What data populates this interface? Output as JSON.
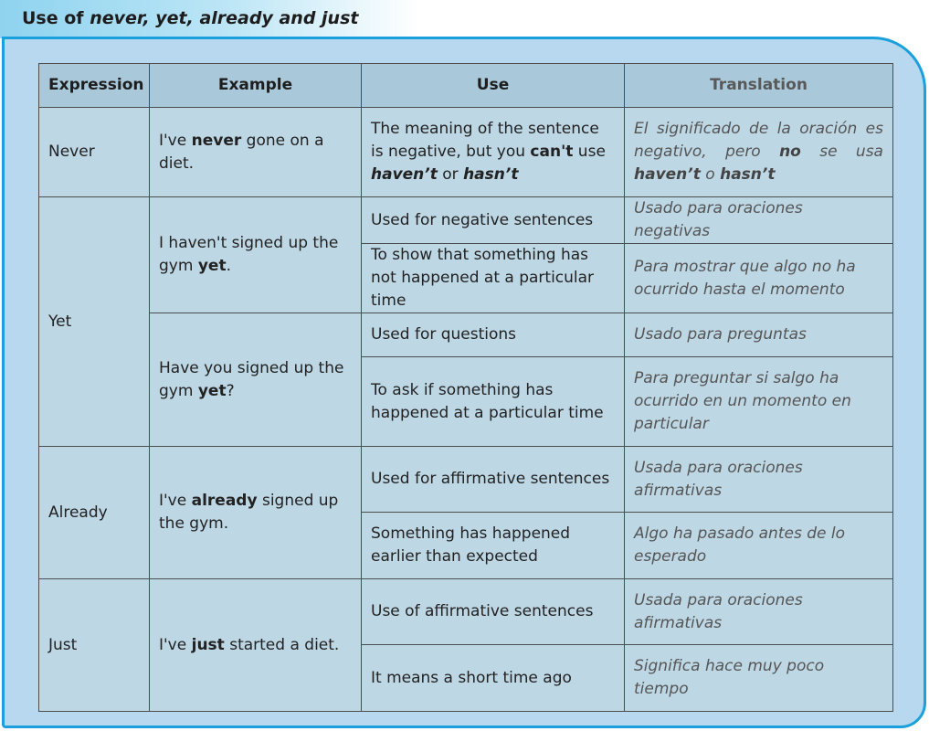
{
  "title": {
    "lead": "Use of ",
    "emph": "never, yet, already and just"
  },
  "headers": {
    "expression": "Expression",
    "example": "Example",
    "use": "Use",
    "translation": "Translation"
  },
  "never": {
    "expression": "Never",
    "example": {
      "pre": "I've ",
      "bold": "never",
      "post": " gone on a diet."
    },
    "use": {
      "t1": "The meaning of the sentence is negative, but you ",
      "b1": "can't",
      "t2": " use ",
      "b2": "haven’t",
      "t3": " or ",
      "b3": "hasn’t"
    },
    "translation": {
      "t1": "El significado de la oración es negativo, pero ",
      "b1": "no",
      "t2": " se usa ",
      "b2": "haven’t",
      "t3": " o ",
      "b3": "hasn’t"
    }
  },
  "yet": {
    "expression": "Yet",
    "example1": {
      "pre": "I haven't signed up the gym ",
      "bold": "yet",
      "post": "."
    },
    "example2": {
      "pre": "Have you signed up the gym ",
      "bold": "yet",
      "post": "?"
    },
    "rows": [
      {
        "use": "Used for negative sentences",
        "translation": "Usado para oraciones negativas"
      },
      {
        "use": "To show that something has not happened at a particular time",
        "translation": "Para mostrar que algo no ha ocurrido hasta el momento"
      },
      {
        "use": "Used for questions",
        "translation": "Usado para preguntas"
      },
      {
        "use": "To ask if something has happened at a particular time",
        "translation": "Para preguntar si salgo ha ocurrido en un momento en particular"
      }
    ]
  },
  "already": {
    "expression": "Already",
    "example": {
      "pre": "I've ",
      "bold": "already",
      "post": " signed up the gym."
    },
    "rows": [
      {
        "use": "Used for affirmative sentences",
        "translation": "Usada para oraciones afirmativas"
      },
      {
        "use": "Something has happened earlier than expected",
        "translation": "Algo ha pasado antes de lo esperado"
      }
    ]
  },
  "just": {
    "expression": "Just",
    "example": {
      "pre": "I've ",
      "bold": "just",
      "post": " started a diet."
    },
    "rows": [
      {
        "use": "Use of affirmative sentences",
        "translation": "Usada para oraciones afirmativas"
      },
      {
        "use": "It means a short time ago",
        "translation": "Significa hace muy poco tiempo"
      }
    ]
  }
}
